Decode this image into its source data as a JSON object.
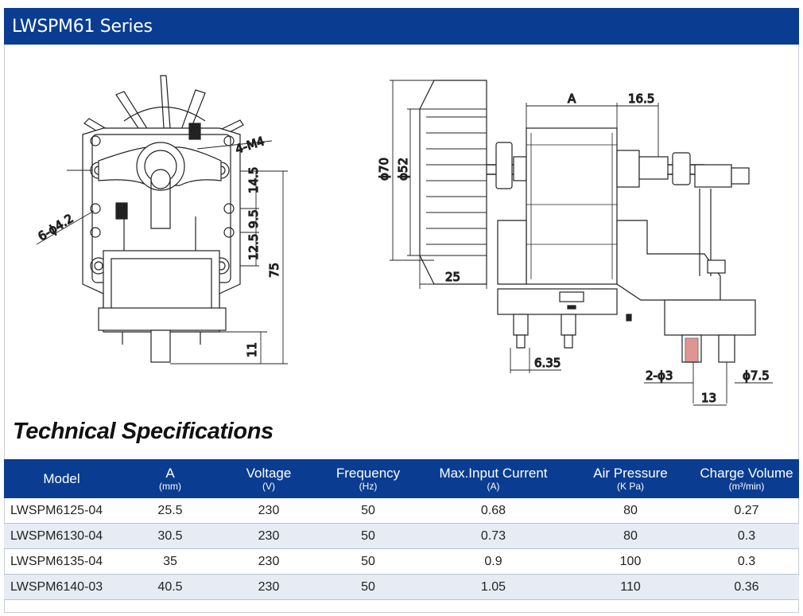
{
  "header": {
    "title": "LWSPM61 Series"
  },
  "drawing": {
    "front_view": {
      "labels": {
        "mount_thread": "4-M4",
        "holes": "6-ϕ4.2",
        "d14_5": "14.5",
        "d9_5": "9.5",
        "d12_5": "12.5",
        "d75": "75",
        "d11": "11"
      }
    },
    "side_view": {
      "labels": {
        "dim_a": "A",
        "d16_5": "16.5",
        "d70": "ϕ70",
        "d52": "ϕ52",
        "d25": "25",
        "d6_35": "6.35",
        "d2_3": "2-ϕ3",
        "d7_5": "ϕ7.5",
        "d13": "13"
      }
    }
  },
  "specs": {
    "title": "Technical Specifications",
    "columns": [
      {
        "label": "Model",
        "unit": ""
      },
      {
        "label": "A",
        "unit": "(mm)"
      },
      {
        "label": "Voltage",
        "unit": "(V)"
      },
      {
        "label": "Frequency",
        "unit": "(Hz)"
      },
      {
        "label": "Max.Input Current",
        "unit": "(A)"
      },
      {
        "label": "Air Pressure",
        "unit": "(K Pa)"
      },
      {
        "label": "Charge Volume",
        "unit": "(m³/min)"
      }
    ],
    "rows": [
      [
        "LWSPM6125-04",
        "25.5",
        "230",
        "50",
        "0.68",
        "80",
        "0.27"
      ],
      [
        "LWSPM6130-04",
        "30.5",
        "230",
        "50",
        "0.73",
        "80",
        "0.3"
      ],
      [
        "LWSPM6135-04",
        "35",
        "230",
        "50",
        "0.9",
        "100",
        "0.3"
      ],
      [
        "LWSPM6140-03",
        "40.5",
        "230",
        "50",
        "1.05",
        "110",
        "0.36"
      ]
    ]
  },
  "colors": {
    "header_bg": "#0a3d91",
    "row_alt": "#e6ebf4"
  }
}
